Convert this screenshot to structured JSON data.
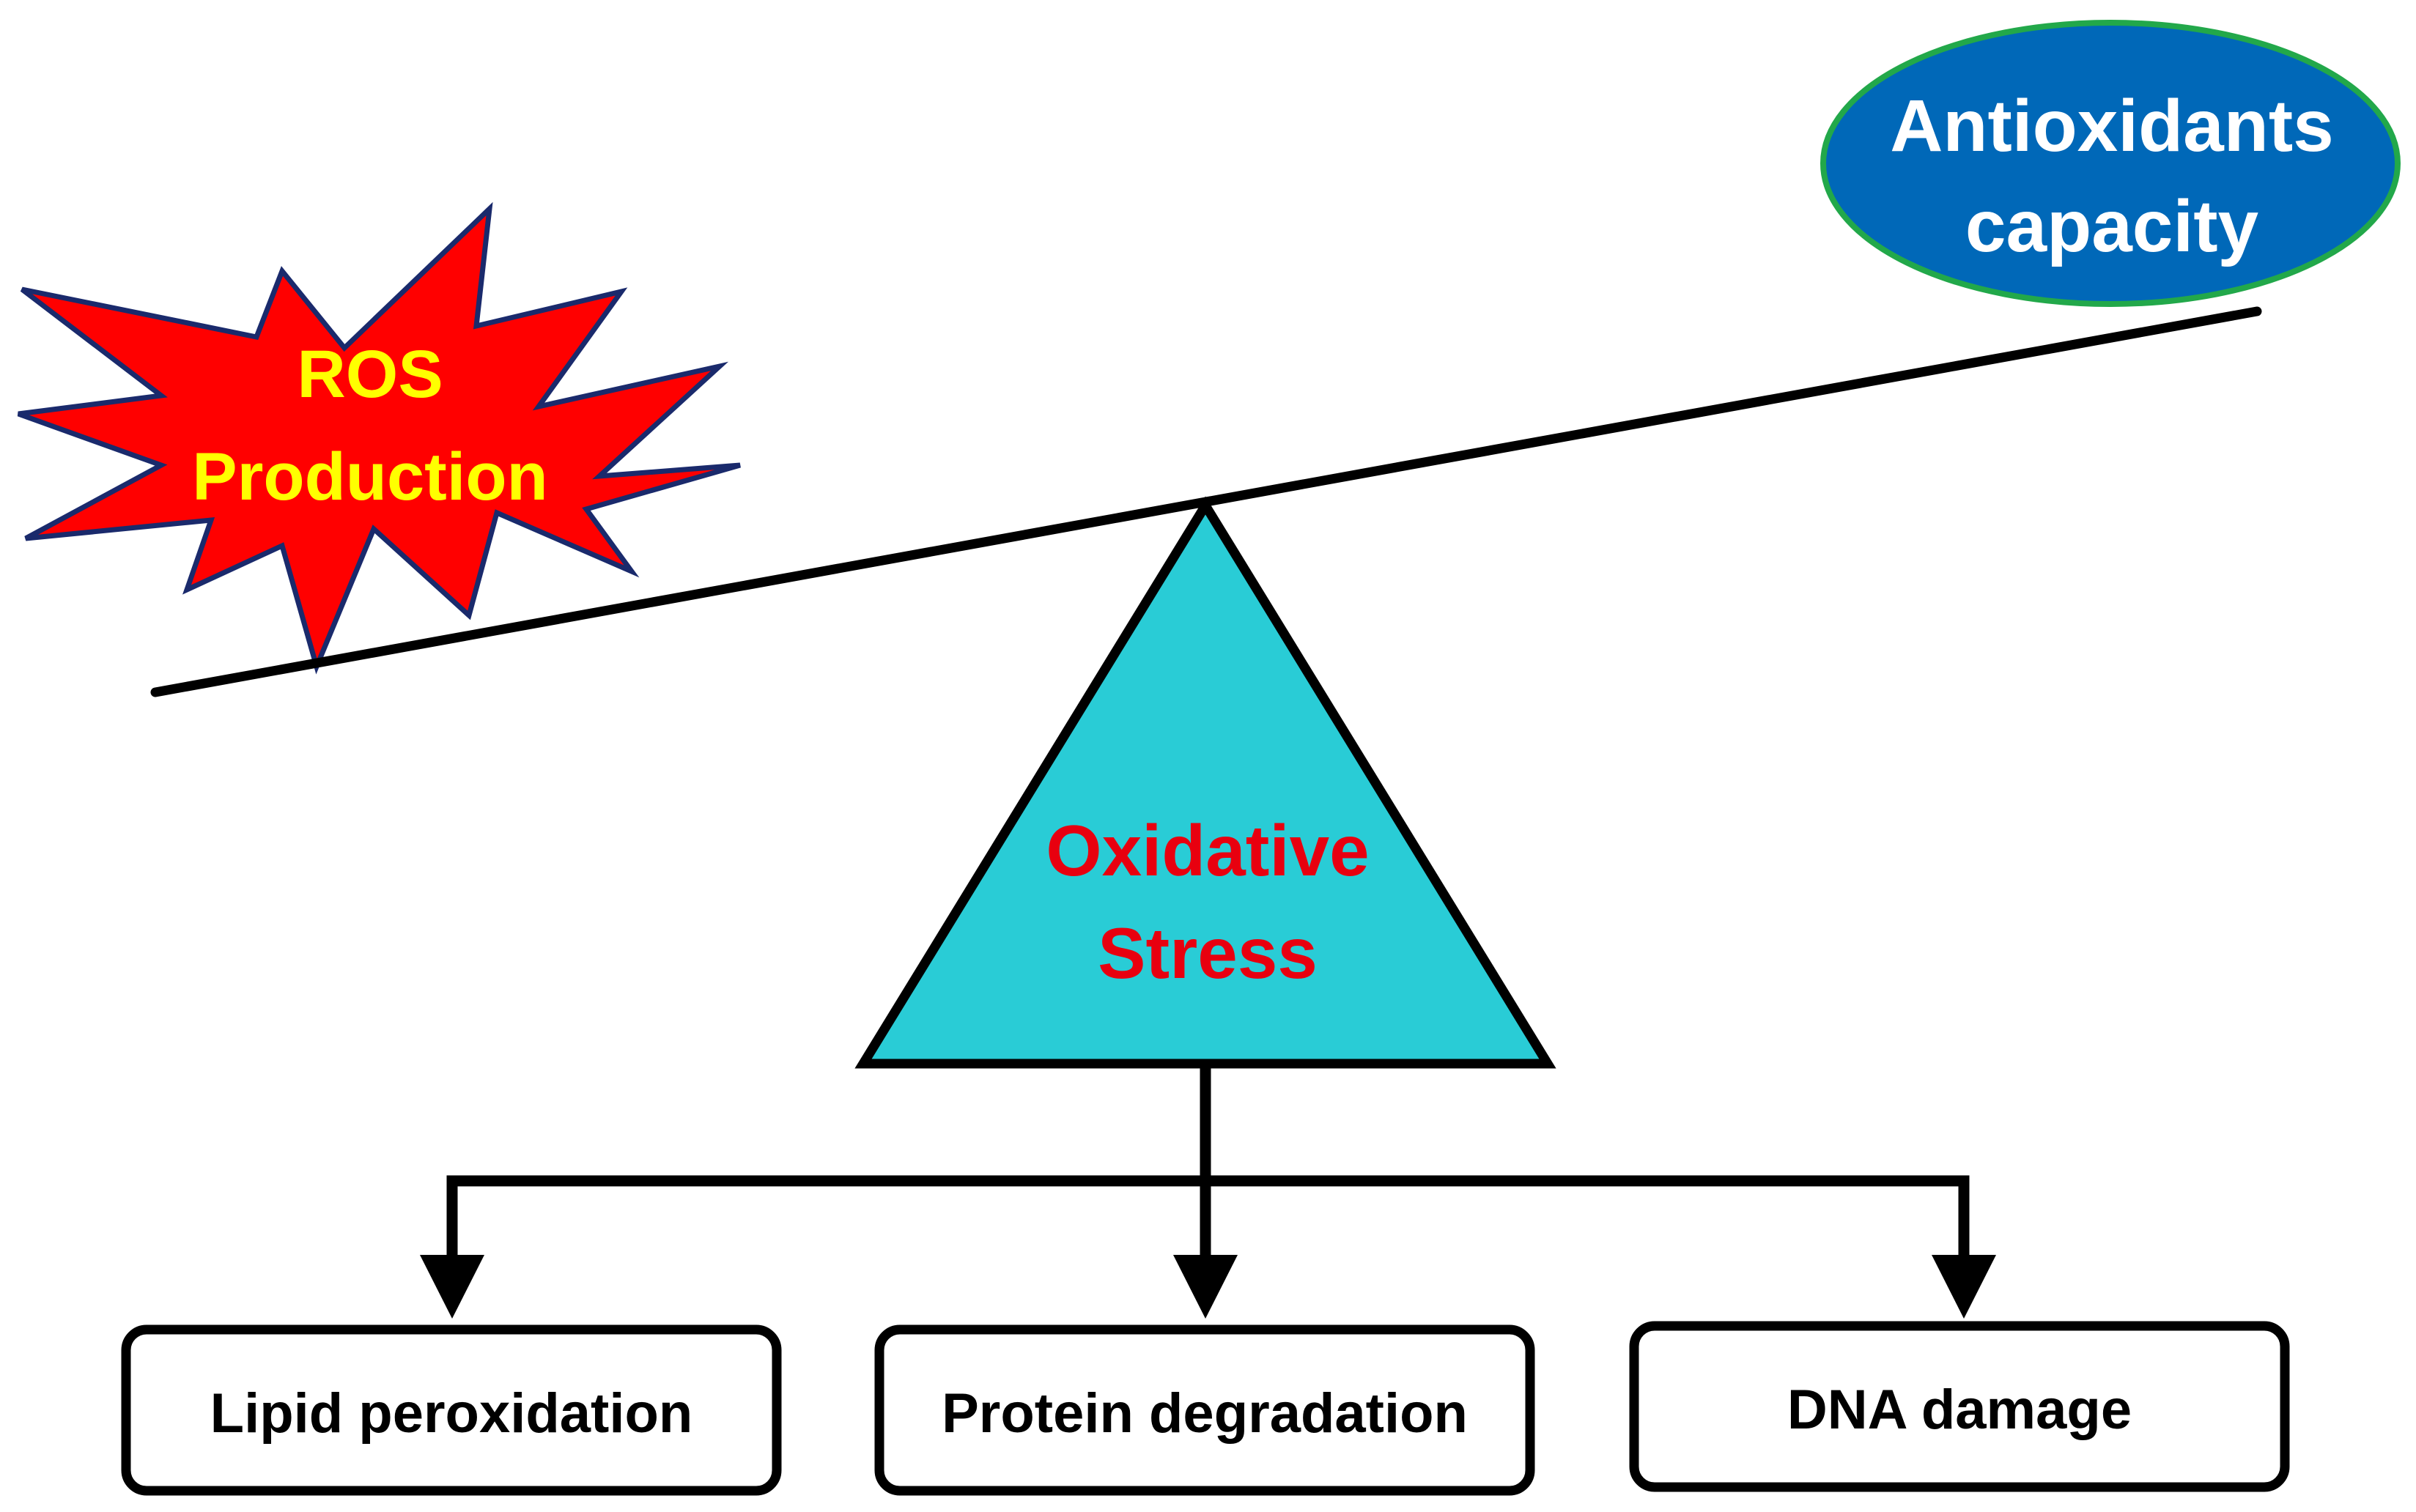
{
  "labels": {
    "ros_line1": "ROS",
    "ros_line2": "Production",
    "antiox_line1": "Antioxidants",
    "antiox_line2": "capacity",
    "stress_line1": "Oxidative",
    "stress_line2": "Stress"
  },
  "outcomes": [
    {
      "label": "Lipid peroxidation"
    },
    {
      "label": "Protein degradation"
    },
    {
      "label": "DNA damage"
    }
  ],
  "colors": {
    "starburst_fill": "#ff0000",
    "starburst_stroke": "#1a2a6c",
    "ros_text": "#ffff00",
    "ellipse_fill": "#0068b8",
    "ellipse_stroke": "#22a84a",
    "antiox_text": "#ffffff",
    "triangle_fill": "#29ccd6",
    "stress_text": "#e8000f",
    "line": "#000000",
    "box_fill": "#ffffff",
    "box_text": "#000000"
  }
}
